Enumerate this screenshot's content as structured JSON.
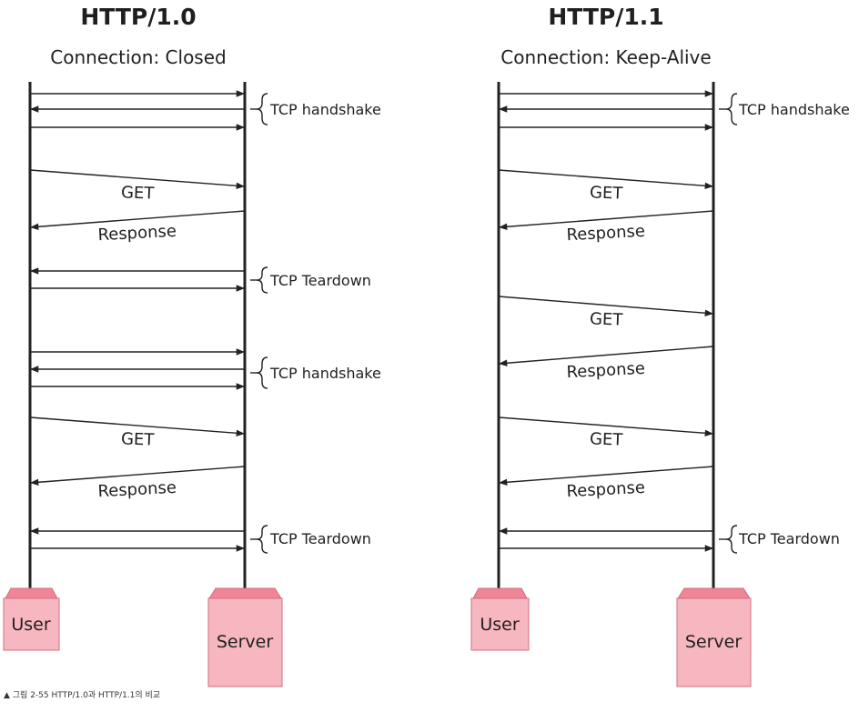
{
  "colors": {
    "box_fill": "#f7b7c0",
    "box_top": "#ef8596",
    "box_stroke": "#d0707f",
    "line": "#222222"
  },
  "panels": [
    {
      "id": "http10",
      "title": "HTTP/1.0",
      "subtitle": "Connection: Closed",
      "client_label": "User",
      "server_label": "Server",
      "messages": [
        {
          "dir": "right",
          "kind": "straight",
          "label": ""
        },
        {
          "dir": "left",
          "kind": "straight",
          "label": ""
        },
        {
          "dir": "right",
          "kind": "straight",
          "label": ""
        },
        {
          "dir": "right",
          "kind": "slanted",
          "label": "GET"
        },
        {
          "dir": "left",
          "kind": "slanted",
          "label": "Response"
        },
        {
          "dir": "left",
          "kind": "straight",
          "label": ""
        },
        {
          "dir": "right",
          "kind": "straight",
          "label": ""
        },
        {
          "dir": "right",
          "kind": "straight",
          "label": ""
        },
        {
          "dir": "left",
          "kind": "straight",
          "label": ""
        },
        {
          "dir": "right",
          "kind": "straight",
          "label": ""
        },
        {
          "dir": "right",
          "kind": "slanted",
          "label": "GET"
        },
        {
          "dir": "left",
          "kind": "slanted",
          "label": "Response"
        },
        {
          "dir": "left",
          "kind": "straight",
          "label": ""
        },
        {
          "dir": "right",
          "kind": "straight",
          "label": ""
        }
      ],
      "phases": [
        {
          "label": "TCP handshake"
        },
        {
          "label": "TCP Teardown"
        },
        {
          "label": "TCP handshake"
        },
        {
          "label": "TCP Teardown"
        }
      ]
    },
    {
      "id": "http11",
      "title": "HTTP/1.1",
      "subtitle": "Connection: Keep-Alive",
      "client_label": "User",
      "server_label": "Server",
      "messages": [
        {
          "dir": "right",
          "kind": "straight",
          "label": ""
        },
        {
          "dir": "left",
          "kind": "straight",
          "label": ""
        },
        {
          "dir": "right",
          "kind": "straight",
          "label": ""
        },
        {
          "dir": "right",
          "kind": "slanted",
          "label": "GET"
        },
        {
          "dir": "left",
          "kind": "slanted",
          "label": "Response"
        },
        {
          "dir": "right",
          "kind": "slanted",
          "label": "GET"
        },
        {
          "dir": "left",
          "kind": "slanted",
          "label": "Response"
        },
        {
          "dir": "right",
          "kind": "slanted",
          "label": "GET"
        },
        {
          "dir": "left",
          "kind": "slanted",
          "label": "Response"
        },
        {
          "dir": "left",
          "kind": "straight",
          "label": ""
        },
        {
          "dir": "right",
          "kind": "straight",
          "label": ""
        }
      ],
      "phases": [
        {
          "label": "TCP handshake"
        },
        {
          "label": "TCP Teardown"
        }
      ]
    }
  ],
  "caption": "▲ 그림 2-55 HTTP/1.0과 HTTP/1.1의 비교"
}
